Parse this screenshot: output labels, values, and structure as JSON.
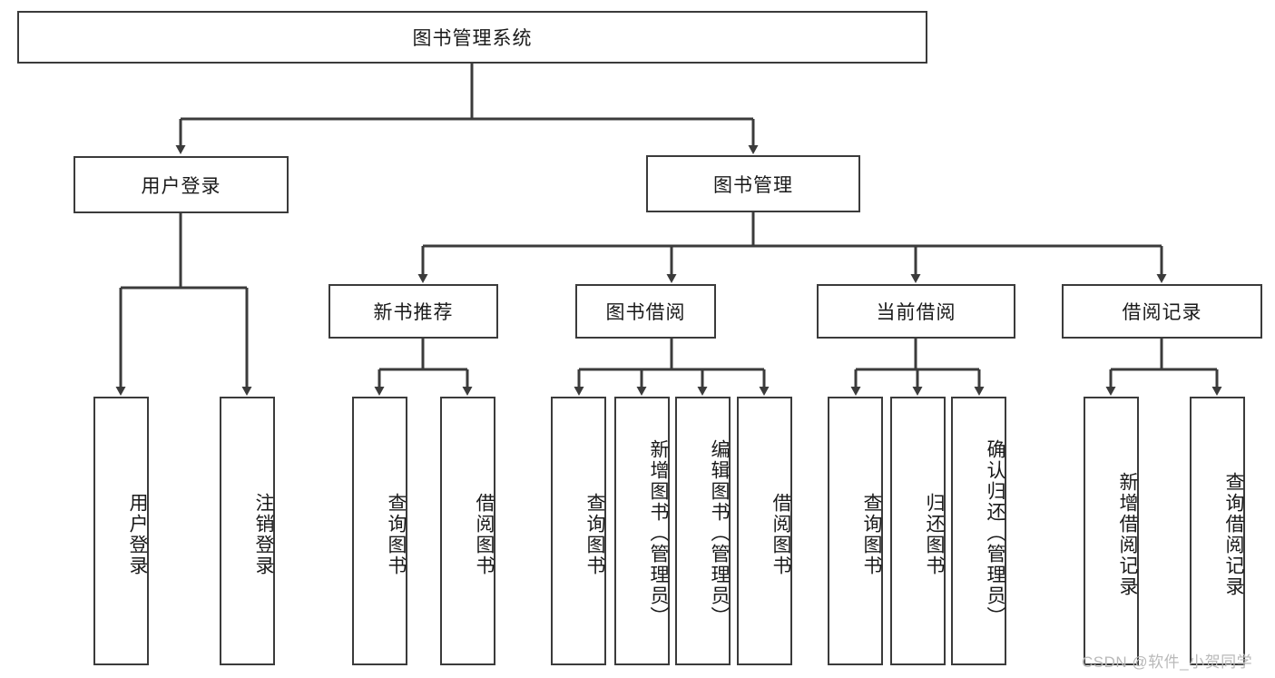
{
  "diagram": {
    "type": "hierarchy-tree",
    "title": "图书管理系统",
    "root": {
      "label": "图书管理系统",
      "level": 0
    },
    "level1": [
      {
        "label": "用户登录"
      },
      {
        "label": "图书管理"
      }
    ],
    "level2": [
      {
        "label": "新书推荐",
        "parent": "图书管理"
      },
      {
        "label": "图书借阅",
        "parent": "图书管理"
      },
      {
        "label": "当前借阅",
        "parent": "图书管理"
      },
      {
        "label": "借阅记录",
        "parent": "图书管理"
      }
    ],
    "leaves": {
      "user_login": [
        {
          "label": "用户登录"
        },
        {
          "label": "注销登录"
        }
      ],
      "new_book_recommend": [
        {
          "label": "查询图书"
        },
        {
          "label": "借阅图书"
        }
      ],
      "book_borrow": [
        {
          "label": "查询图书"
        },
        {
          "label": "新增图书（管理员）"
        },
        {
          "label": "编辑图书（管理员）"
        },
        {
          "label": "借阅图书"
        }
      ],
      "current_borrow": [
        {
          "label": "查询图书"
        },
        {
          "label": "归还图书"
        },
        {
          "label": "确认归还（管理员）"
        }
      ],
      "borrow_record": [
        {
          "label": "新增借阅记录"
        },
        {
          "label": "查询借阅记录"
        }
      ]
    }
  },
  "watermark": {
    "text": "CSDN @软件_小贺同学"
  },
  "colors": {
    "stroke": "#3b3b3b",
    "background": "#ffffff",
    "text": "#1a1a1a",
    "watermark": "#b9b9b9"
  }
}
